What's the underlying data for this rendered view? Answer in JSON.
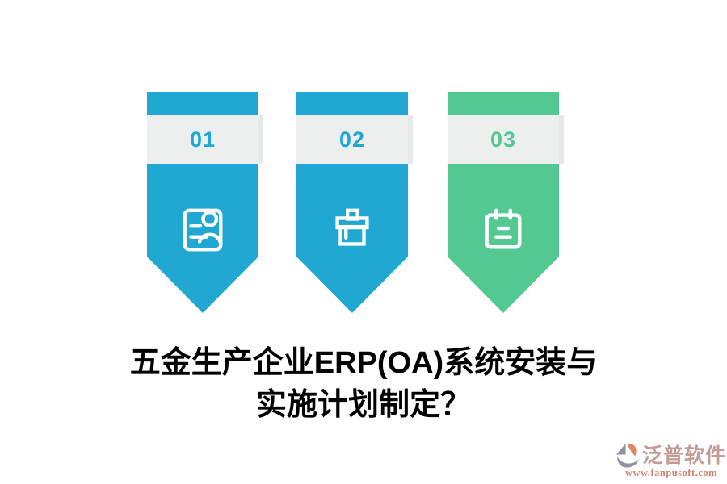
{
  "colors": {
    "background": "#ffffff",
    "blue": "#21a8d2",
    "green": "#54c891",
    "band": "#ecefee",
    "band_shadow": "#e4e8e7",
    "icon": "#ffffff",
    "title_text": "#000000",
    "watermark_brand": "#c39b95",
    "watermark_url": "#d5806c",
    "logo_gray": "#8e94a2",
    "logo_orange": "#e08767"
  },
  "banners": [
    {
      "number": "01",
      "color": "#21a8d2",
      "icon": "id-card-icon"
    },
    {
      "number": "02",
      "color": "#21a8d2",
      "icon": "brush-icon"
    },
    {
      "number": "03",
      "color": "#54c891",
      "icon": "calendar-note-icon"
    }
  ],
  "title": {
    "line1": "五金生产企业ERP(OA)系统安装与",
    "line2": "实施计划制定？"
  },
  "watermark": {
    "brand": "泛普软件",
    "url": "www.fanpusoft.com"
  }
}
